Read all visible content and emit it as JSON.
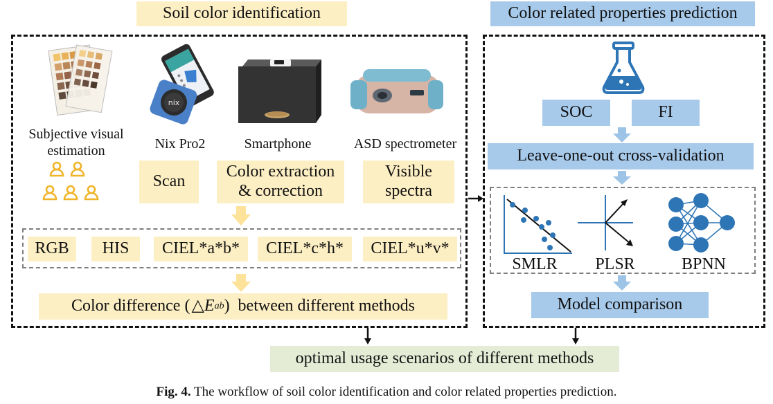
{
  "left_panel": {
    "title": "Soil color identification",
    "devices": [
      {
        "name": "Subjective visual estimation",
        "icon": "munsell-chart-icon"
      },
      {
        "name": "Nix Pro2",
        "icon": "nix-sensor-icon"
      },
      {
        "name": "Smartphone",
        "icon": "camera-box-icon"
      },
      {
        "name": "ASD spectrometer",
        "icon": "spectrometer-icon"
      }
    ],
    "methods": [
      "Scan",
      "Color extraction & correction",
      "Visible spectra"
    ],
    "color_spaces": [
      "RGB",
      "HIS",
      "CIEL*a*b*",
      "CIEL*c*h*",
      "CIEL*u*v*"
    ],
    "difference_prefix": "Color difference (",
    "difference_symbol": "△E",
    "difference_subscript": "ab",
    "difference_suffix": ")  between different methods"
  },
  "right_panel": {
    "title": "Color related properties prediction",
    "properties": [
      "SOC",
      "FI"
    ],
    "validation": "Leave-one-out cross-validation",
    "models": [
      "SMLR",
      "PLSR",
      "BPNN"
    ],
    "comparison": "Model comparison"
  },
  "bottom": {
    "label": "optimal usage scenarios of different methods"
  },
  "caption": {
    "prefix": "Fig. 4.",
    "text": "The workflow of soil color identification and color related properties prediction."
  },
  "colors": {
    "yellow_box": "#fdefc4",
    "blue_box": "#a7c9ea",
    "green_box": "#e4ecd6",
    "flow_arrow_yellow": "#fde29a",
    "flow_arrow_blue": "#9dc3e6",
    "icon_blue": "#2e75b6",
    "person_icon": "#f0b429"
  }
}
